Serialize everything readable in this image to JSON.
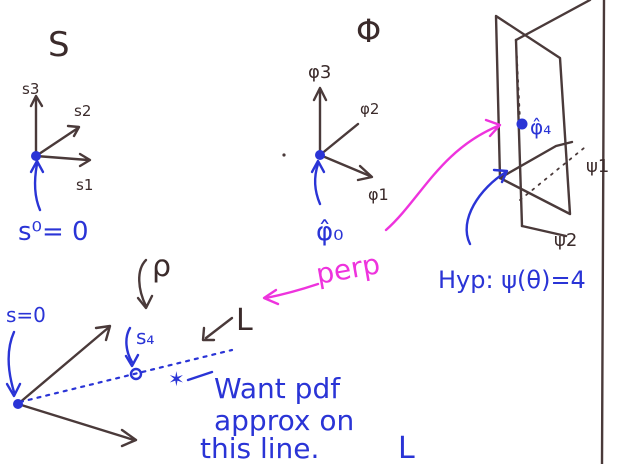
{
  "space_S": {
    "title": "S",
    "axis_labels": [
      "s3",
      "s2",
      "s1"
    ],
    "origin_label": "s⁰= 0"
  },
  "space_Phi": {
    "title": "Φ",
    "axis_labels": [
      "φ3",
      "φ2",
      "φ1"
    ],
    "origin_label": "φ̂₀"
  },
  "manifold": {
    "point_label": "φ̂₄",
    "axis_labels": [
      "ψ1",
      "ψ2"
    ],
    "hypothesis": "Hyp: ψ(θ)=4"
  },
  "perp_label": "perp",
  "rho_label": "ρ",
  "line_label": "L",
  "sketch": {
    "origin_label": "s=0",
    "point_label": "s₄",
    "note_lines": [
      "Want pdf",
      "approx on",
      "this line."
    ],
    "note_suffix": "L"
  },
  "colors": {
    "ink": "#4a3a3a",
    "blue": "#2a34d6",
    "pink": "#ee33dd"
  }
}
